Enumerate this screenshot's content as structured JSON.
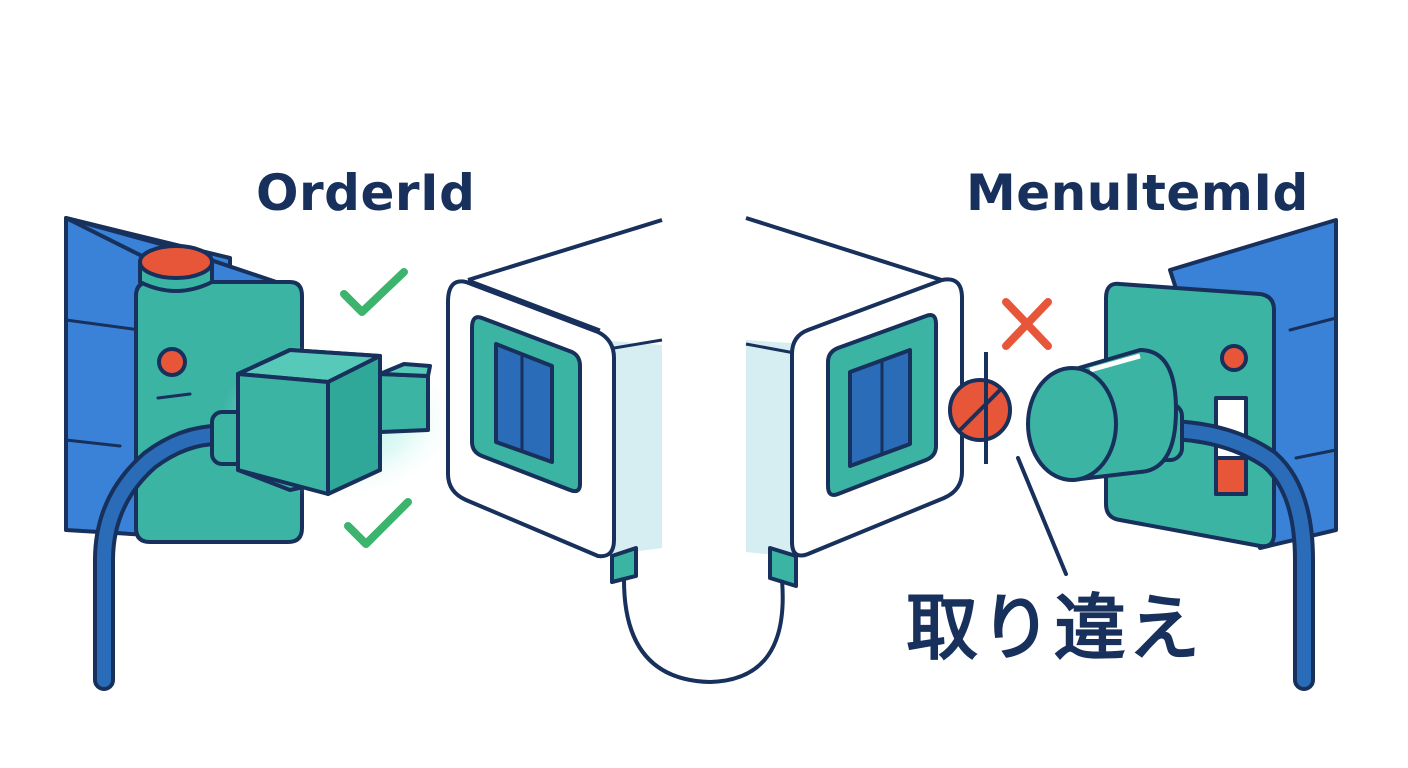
{
  "labels": {
    "left_type": "OrderId",
    "right_type": "MenuItemId",
    "mix_up": "取り違え"
  },
  "icons": {
    "match": "check-icon",
    "mismatch": "cross-icon",
    "blocked": "prohibited-icon"
  },
  "colors": {
    "outline": "#17305c",
    "device_blue": "#3a82d8",
    "device_teal": "#3bb4a4",
    "plug_teal": "#2fa89a",
    "accent_red": "#e8563a",
    "check_green": "#3cb46e",
    "cord_blue": "#2b6cb8"
  }
}
